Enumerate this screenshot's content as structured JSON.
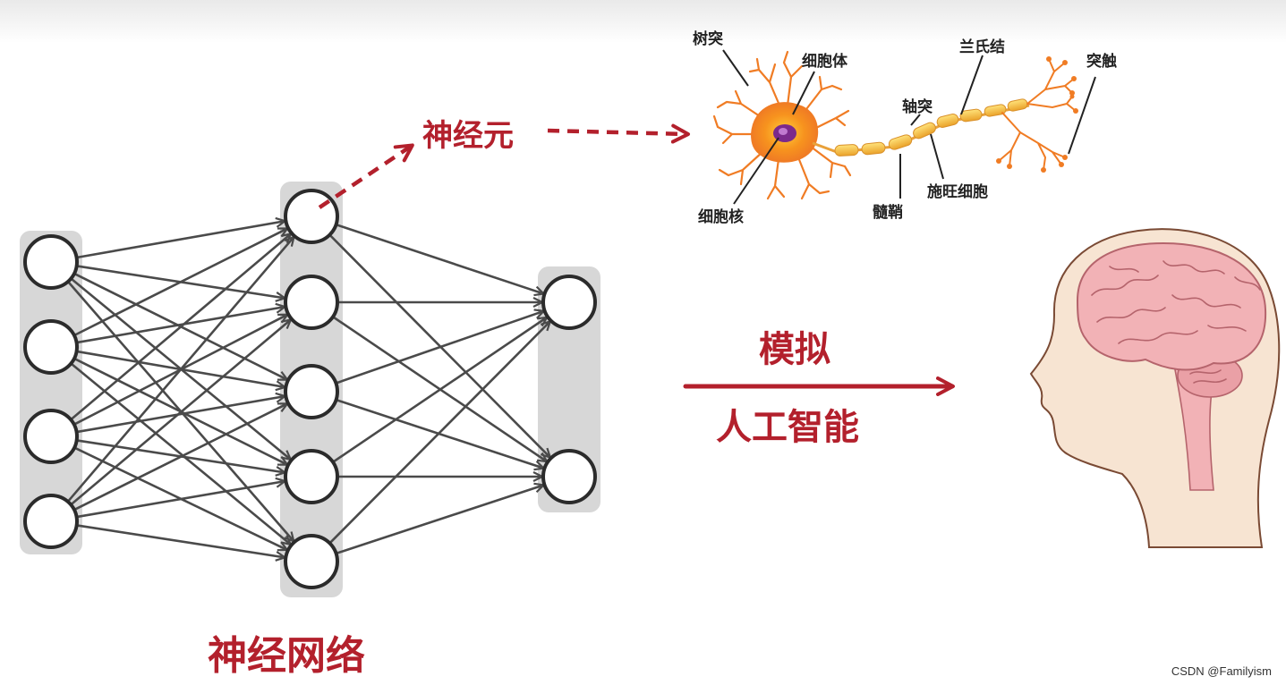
{
  "network": {
    "caption": "神经网络",
    "layers": [
      4,
      5,
      2
    ]
  },
  "neuron_callout": "神经元",
  "neuron_parts": {
    "dendrite": "树突",
    "cell_body": "细胞体",
    "nucleus": "细胞核",
    "axon": "轴突",
    "node_of_ranvier": "兰氏结",
    "myelin_sheath": "髓鞘",
    "schwann_cell": "施旺细胞",
    "synapse": "突触"
  },
  "relation": {
    "top_label": "模拟",
    "bottom_label": "人工智能"
  },
  "watermark": "CSDN @Familyism",
  "colors": {
    "accent_red": "#b3202c",
    "layer_band": "#d7d7d7",
    "edge": "#4a4a4a",
    "neuron_orange": "#f07c24",
    "myelin": "#f3b73a",
    "nucleus": "#7b2a8c",
    "brain_pink": "#f2b2b6",
    "skin": "#f7e4d2"
  }
}
